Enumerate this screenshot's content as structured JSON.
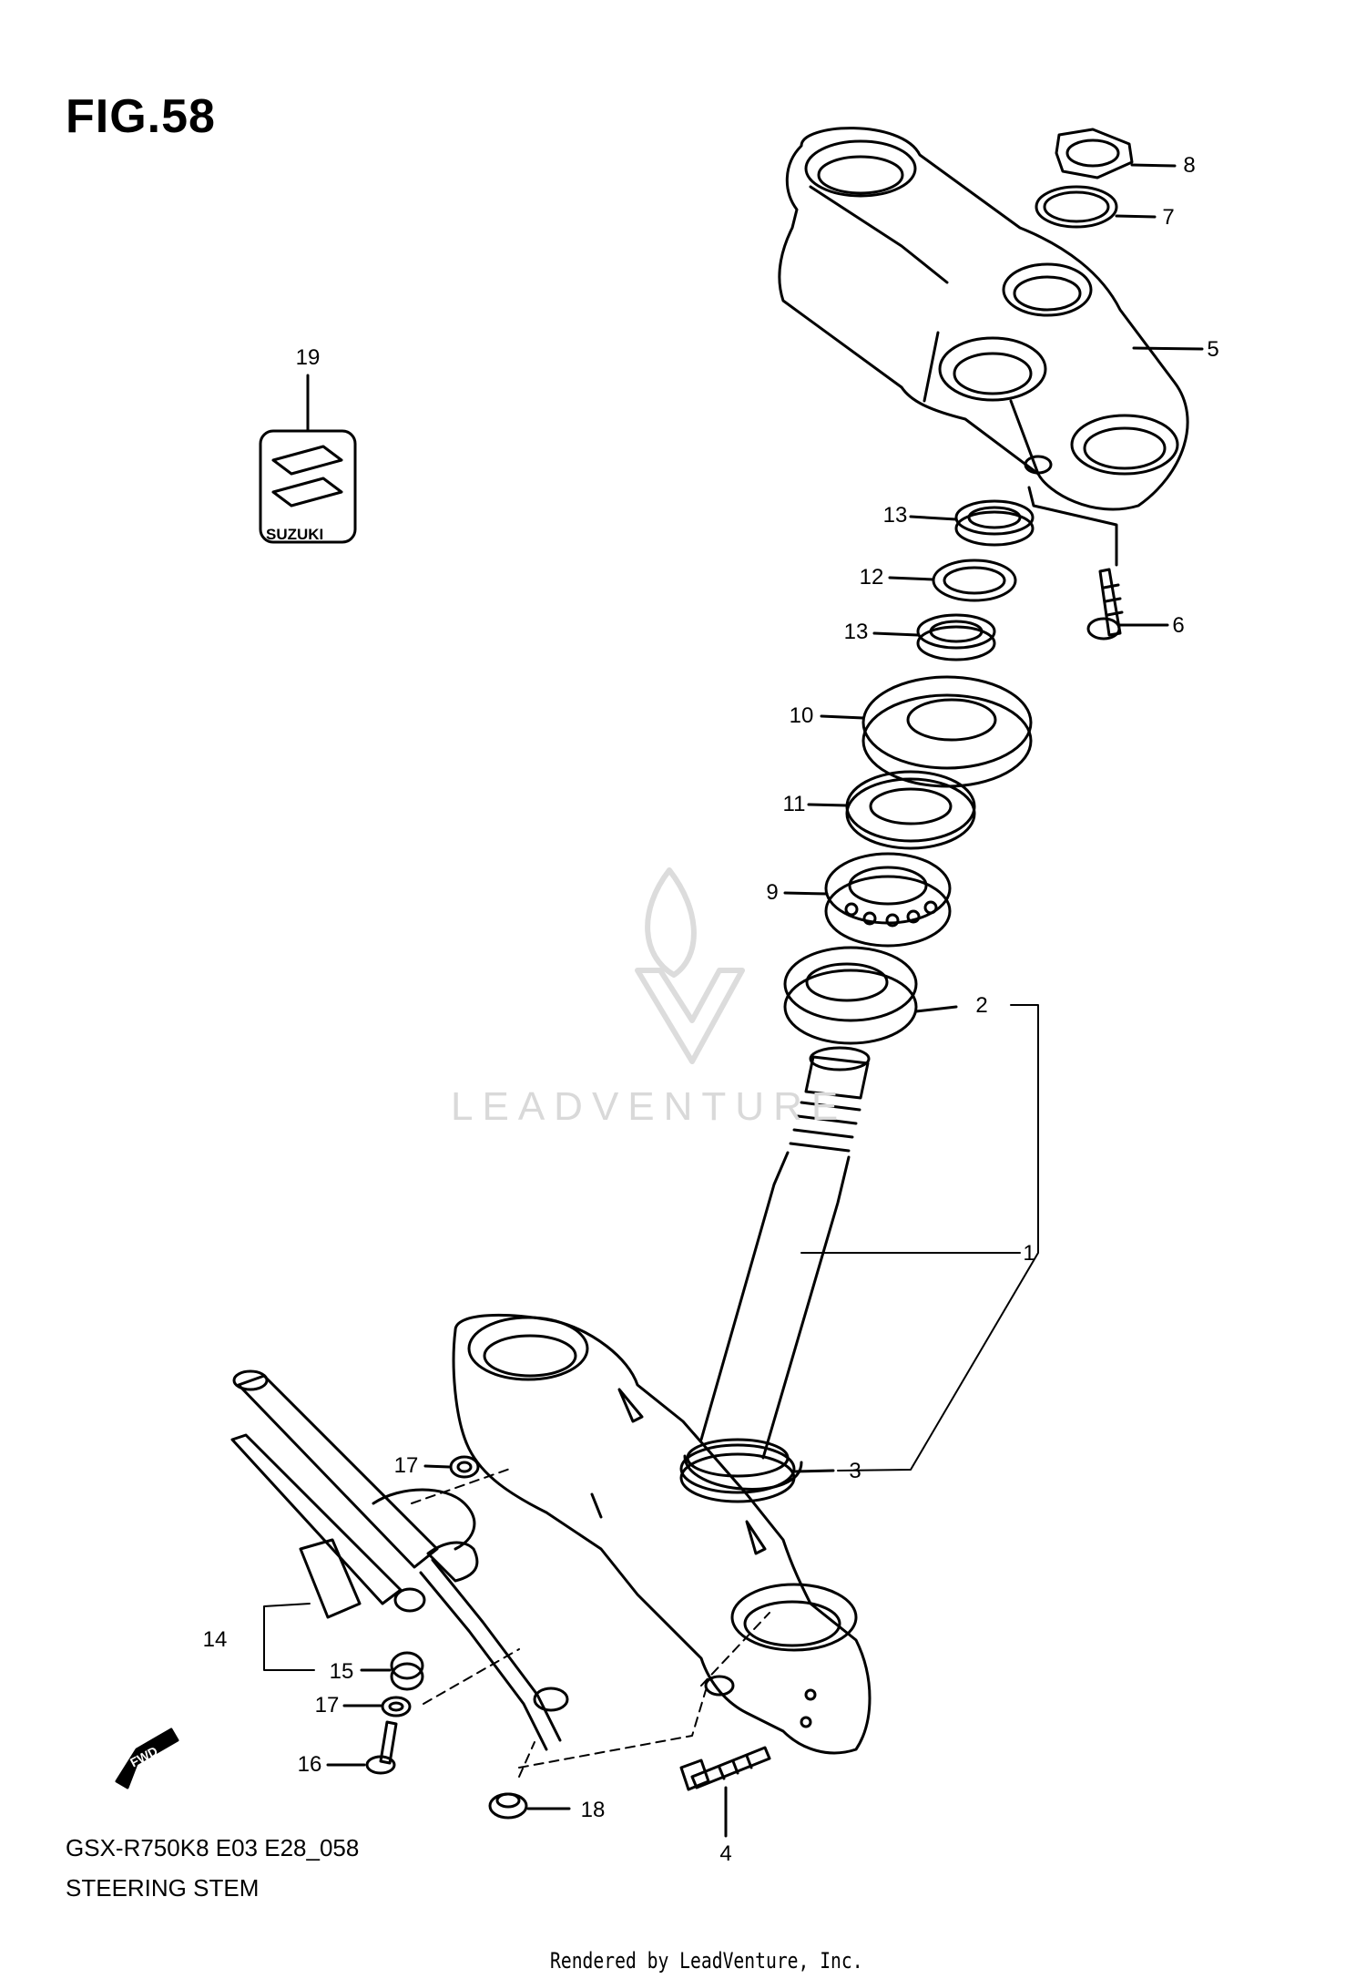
{
  "figure": {
    "title": "FIG.58",
    "model_code": "GSX-R750K8 E03 E28_058",
    "description": "STEERING STEM",
    "rendered_by": "Rendered by LeadVenture, Inc."
  },
  "watermark": "LEADVENTURE",
  "logo_text": "SUZUKI",
  "fwd_label": "FWD",
  "callouts": [
    {
      "id": "1",
      "label": "1"
    },
    {
      "id": "2",
      "label": "2"
    },
    {
      "id": "3",
      "label": "3"
    },
    {
      "id": "4",
      "label": "4"
    },
    {
      "id": "5",
      "label": "5"
    },
    {
      "id": "6",
      "label": "6"
    },
    {
      "id": "7",
      "label": "7"
    },
    {
      "id": "8",
      "label": "8"
    },
    {
      "id": "9",
      "label": "9"
    },
    {
      "id": "10",
      "label": "10"
    },
    {
      "id": "11",
      "label": "11"
    },
    {
      "id": "12",
      "label": "12"
    },
    {
      "id": "13a",
      "label": "13"
    },
    {
      "id": "13b",
      "label": "13"
    },
    {
      "id": "14",
      "label": "14"
    },
    {
      "id": "15",
      "label": "15"
    },
    {
      "id": "16",
      "label": "16"
    },
    {
      "id": "17a",
      "label": "17"
    },
    {
      "id": "17b",
      "label": "17"
    },
    {
      "id": "18",
      "label": "18"
    },
    {
      "id": "19",
      "label": "19"
    }
  ]
}
